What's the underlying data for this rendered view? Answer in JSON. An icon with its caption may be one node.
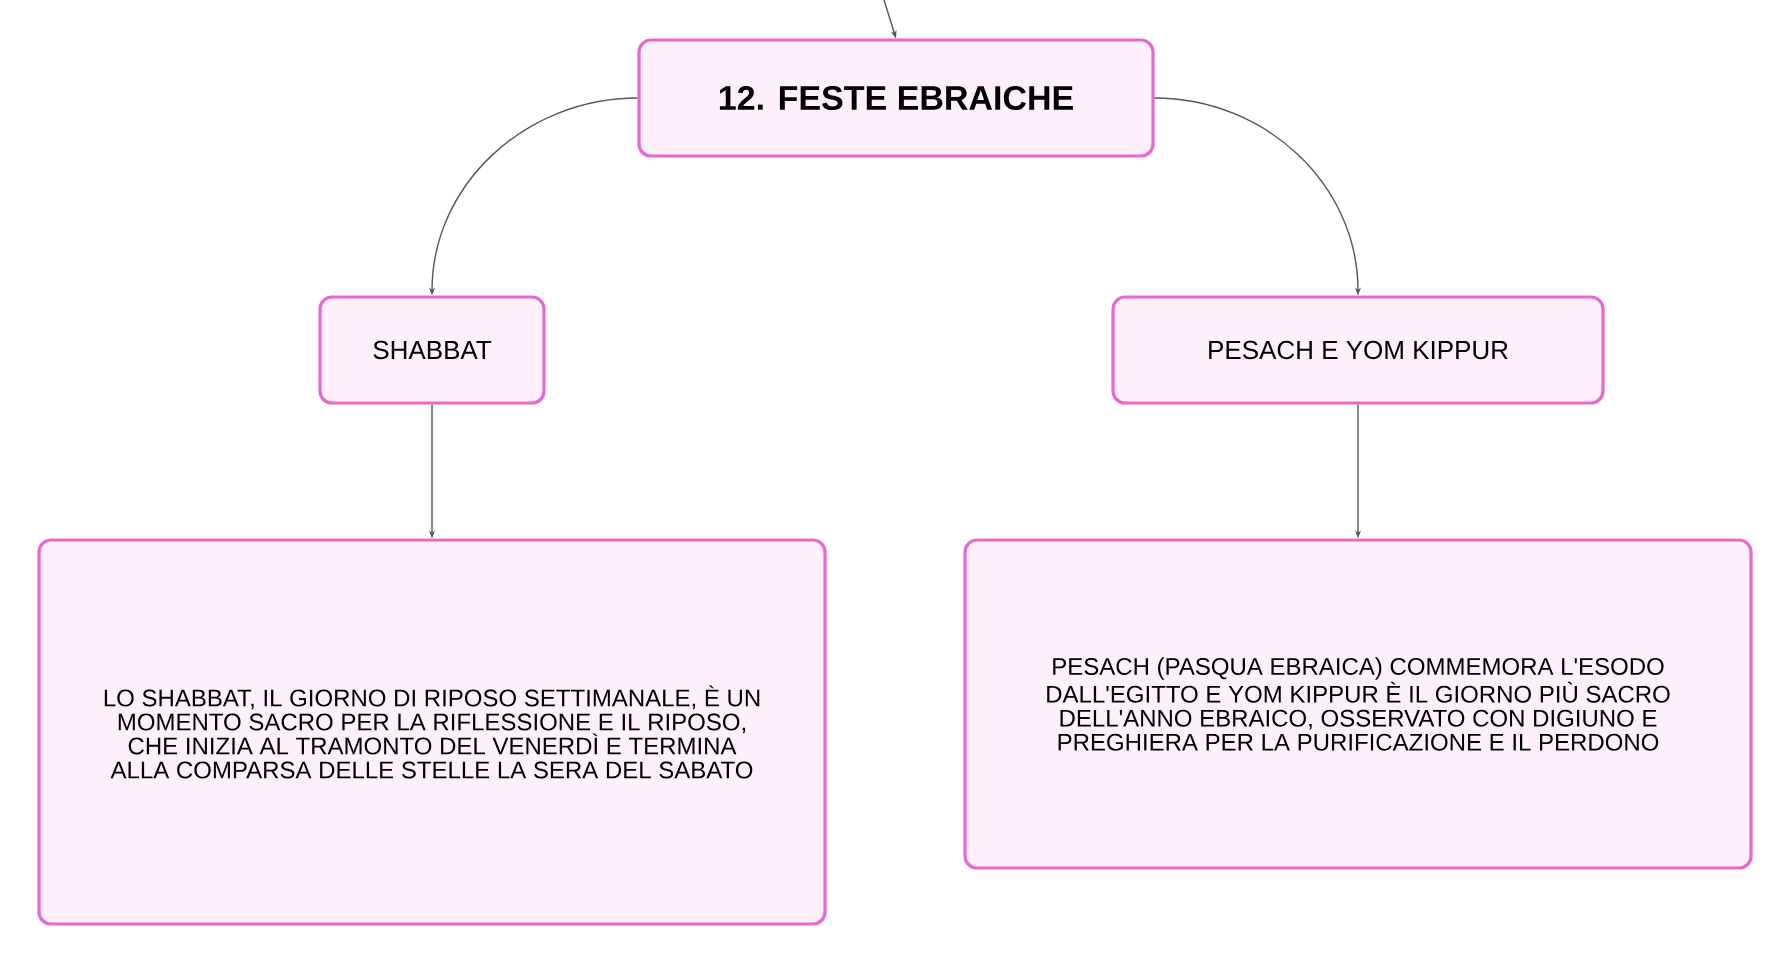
{
  "diagram": {
    "nodes": [
      {
        "text": [
          "12. FESTE EBRAICHE"
        ]
      },
      {
        "text": [
          "SHABBAT"
        ]
      },
      {
        "text": [
          "PESACH E YOM KIPPUR"
        ]
      },
      {
        "text": [
          "LO SHABBAT, IL GIORNO DI RIPOSO SETTIMANALE, È UN MOMENTO SACRO PER LA RIFLESSIONE E IL RIPOSO, CHE INIZIA AL TRAMONTO DEL VENERDÌ E TERMINA ALLA COMPARSA DELLE STELLE LA SERA DEL SABATO"
        ]
      },
      {
        "text": [
          "PESACH (PASQUA EBRAICA) COMMEMORA L'ESODO DALL'EGITTO E YOM KIPPUR È IL GIORNO PIÙ SACRO DELL'ANNO EBRAICO, OSSERVATO CON DIGIUNO E PREGHIERA PER LA PURIFICAZIONE E IL PERDONO"
        ]
      }
    ],
    "edges": [
      {
        "from": null,
        "to": 0,
        "arrow": "to"
      },
      {
        "from": 0,
        "to": 1,
        "arrow": "to"
      },
      {
        "from": 0,
        "to": 2,
        "arrow": "to"
      },
      {
        "from": 1,
        "to": 3,
        "arrow": "to"
      },
      {
        "from": 2,
        "to": 4,
        "arrow": "to"
      }
    ]
  }
}
